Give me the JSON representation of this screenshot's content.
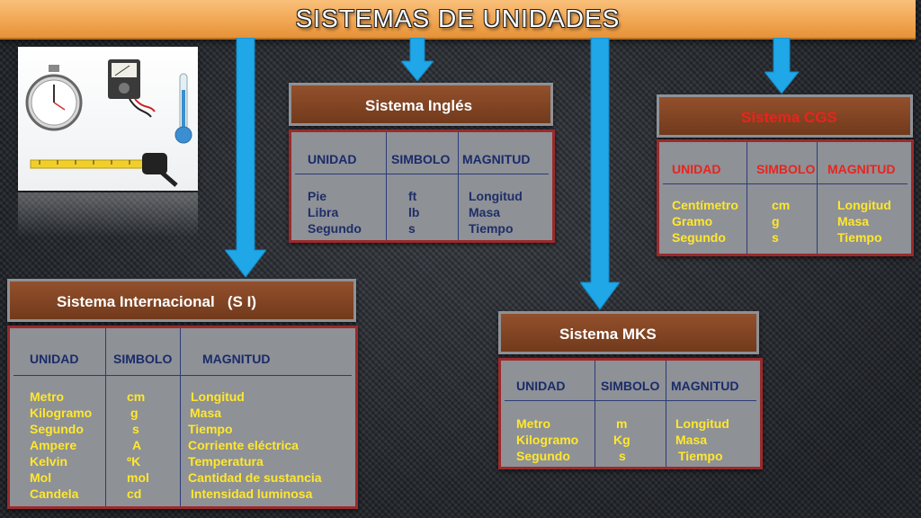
{
  "title": "SISTEMAS DE UNIDADES",
  "colors": {
    "title_bar": "#f0a450",
    "header_box": "#7c4120",
    "table_bg": "#8e9196",
    "table_border": "#9b2a2c",
    "arrow": "#1fa7e8",
    "text_blue": "#1a2b6a",
    "text_yellow": "#ffe72e",
    "text_red": "#e8241e"
  },
  "ingles": {
    "title": "Sistema Inglés",
    "headers": [
      "UNIDAD",
      "SIMBOLO",
      "MAGNITUD"
    ],
    "unidades": [
      "Pie",
      "Libra",
      "Segundo"
    ],
    "simbolos": [
      "ft",
      "lb",
      "s"
    ],
    "magnitudes": [
      "Longitud",
      "Masa",
      "Tiempo"
    ]
  },
  "cgs": {
    "title": "Sistema CGS",
    "headers": [
      "UNIDAD",
      "SIMBOLO",
      "MAGNITUD"
    ],
    "unidades": [
      "Centímetro",
      "Gramo",
      "Segundo"
    ],
    "simbolos": [
      "cm",
      "g",
      "s"
    ],
    "magnitudes": [
      "Longitud",
      "Masa",
      "Tiempo"
    ]
  },
  "si": {
    "title": "Sistema Internacional   (S I)",
    "headers": [
      "UNIDAD",
      "SIMBOLO",
      "MAGNITUD"
    ],
    "unidades": [
      "Metro",
      "Kilogramo",
      "Segundo",
      "Ampere",
      "Kelvin",
      "Mol",
      "Candela"
    ],
    "simbolos": [
      "cm",
      "g",
      "s",
      "A",
      "ºK",
      "mol",
      "cd"
    ],
    "magnitudes": [
      "Longitud",
      "Masa",
      "Tiempo",
      "Corriente eléctrica",
      "Temperatura",
      "Cantidad de sustancia",
      "Intensidad luminosa"
    ]
  },
  "mks": {
    "title": "Sistema MKS",
    "headers": [
      "UNIDAD",
      "SIMBOLO",
      "MAGNITUD"
    ],
    "unidades": [
      "Metro",
      "Kilogramo",
      "Segundo"
    ],
    "simbolos": [
      "m",
      "Kg",
      "s"
    ],
    "magnitudes": [
      "Longitud",
      "Masa",
      "Tiempo"
    ]
  },
  "image": {
    "icons": [
      "stopwatch-icon",
      "multimeter-icon",
      "thermometer-icon",
      "tape-measure-icon"
    ]
  }
}
